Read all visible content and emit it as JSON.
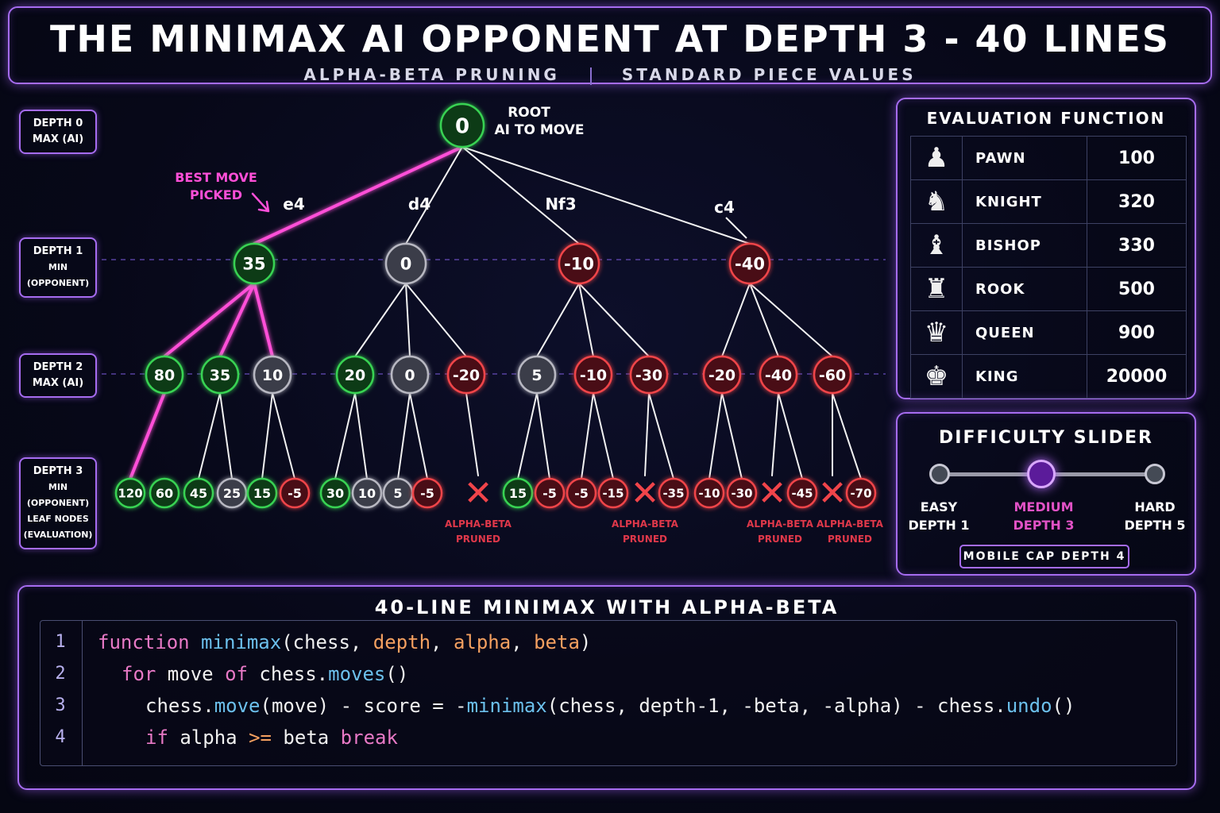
{
  "header": {
    "title": "THE MINIMAX AI OPPONENT AT DEPTH 3 - 40 LINES",
    "subtitle_left": "ALPHA-BETA PRUNING",
    "subtitle_right": "STANDARD PIECE VALUES"
  },
  "depth_labels": [
    {
      "lines": [
        "DEPTH 0",
        "MAX (AI)"
      ]
    },
    {
      "lines": [
        "DEPTH 1",
        "MIN (OPPONENT)"
      ]
    },
    {
      "lines": [
        "DEPTH 2",
        "MAX (AI)"
      ]
    },
    {
      "lines": [
        "DEPTH 3",
        "MIN (OPPONENT)",
        "LEAF NODES",
        "(EVALUATION)"
      ]
    }
  ],
  "tree": {
    "root": {
      "value": "0",
      "caption": [
        "ROOT",
        "AI TO MOVE"
      ]
    },
    "best_move_note": [
      "BEST MOVE",
      "PICKED"
    ],
    "pruned_label": [
      "ALPHA-BETA",
      "PRUNED"
    ],
    "moves": [
      "e4",
      "d4",
      "Nf3",
      "c4"
    ],
    "depth1": [
      {
        "value": "35",
        "color": "green"
      },
      {
        "value": "0",
        "color": "gray"
      },
      {
        "value": "-10",
        "color": "red"
      },
      {
        "value": "-40",
        "color": "red"
      }
    ],
    "depth2": [
      {
        "value": "80",
        "color": "green",
        "parent": 0
      },
      {
        "value": "35",
        "color": "green",
        "parent": 0
      },
      {
        "value": "10",
        "color": "gray",
        "parent": 0
      },
      {
        "value": "20",
        "color": "green",
        "parent": 1
      },
      {
        "value": "0",
        "color": "gray",
        "parent": 1
      },
      {
        "value": "-20",
        "color": "red",
        "parent": 1
      },
      {
        "value": "5",
        "color": "gray",
        "parent": 2
      },
      {
        "value": "-10",
        "color": "red",
        "parent": 2
      },
      {
        "value": "-30",
        "color": "red",
        "parent": 2
      },
      {
        "value": "-20",
        "color": "red",
        "parent": 3
      },
      {
        "value": "-40",
        "color": "red",
        "parent": 3
      },
      {
        "value": "-60",
        "color": "red",
        "parent": 3
      }
    ],
    "leaves": [
      {
        "value": "120",
        "color": "green",
        "parent": 0
      },
      {
        "value": "60",
        "color": "green",
        "parent": 0
      },
      {
        "value": "45",
        "color": "green",
        "parent": 1
      },
      {
        "value": "25",
        "color": "gray",
        "parent": 1
      },
      {
        "value": "15",
        "color": "green",
        "parent": 2
      },
      {
        "value": "-5",
        "color": "red",
        "parent": 2
      },
      {
        "value": "30",
        "color": "green",
        "parent": 3
      },
      {
        "value": "10",
        "color": "gray",
        "parent": 3
      },
      {
        "value": "5",
        "color": "gray",
        "parent": 4
      },
      {
        "value": "-5",
        "color": "red",
        "parent": 4
      },
      {
        "value": "X",
        "color": "pruned",
        "parent": 5
      },
      {
        "value": "15",
        "color": "green",
        "parent": 6
      },
      {
        "value": "-5",
        "color": "red",
        "parent": 6
      },
      {
        "value": "-5",
        "color": "red",
        "parent": 7
      },
      {
        "value": "-15",
        "color": "red",
        "parent": 7
      },
      {
        "value": "X",
        "color": "pruned",
        "parent": 8
      },
      {
        "value": "-35",
        "color": "red",
        "parent": 8
      },
      {
        "value": "-10",
        "color": "red",
        "parent": 9
      },
      {
        "value": "-30",
        "color": "red",
        "parent": 9
      },
      {
        "value": "X",
        "color": "pruned",
        "parent": 10
      },
      {
        "value": "-45",
        "color": "red",
        "parent": 10
      },
      {
        "value": "X",
        "color": "pruned",
        "parent": 11
      },
      {
        "value": "-70",
        "color": "red",
        "parent": 11
      }
    ],
    "colors": {
      "green": "#39d353",
      "red": "#f0444a",
      "gray": "#b8b8c2",
      "best": "#ff4fd8",
      "edge": "#f2f2f2"
    }
  },
  "evaluation": {
    "title": "EVALUATION FUNCTION",
    "pieces": [
      {
        "icon": "♟",
        "icon_name": "pawn-icon",
        "name": "PAWN",
        "value": "100"
      },
      {
        "icon": "♞",
        "icon_name": "knight-icon",
        "name": "KNIGHT",
        "value": "320"
      },
      {
        "icon": "♝",
        "icon_name": "bishop-icon",
        "name": "BISHOP",
        "value": "330"
      },
      {
        "icon": "♜",
        "icon_name": "rook-icon",
        "name": "ROOK",
        "value": "500"
      },
      {
        "icon": "♛",
        "icon_name": "queen-icon",
        "name": "QUEEN",
        "value": "900"
      },
      {
        "icon": "♚",
        "icon_name": "king-icon",
        "name": "KING",
        "value": "20000"
      }
    ]
  },
  "difficulty": {
    "title": "DIFFICULTY SLIDER",
    "levels": [
      {
        "name": "EASY",
        "depth": "DEPTH 1"
      },
      {
        "name": "MEDIUM",
        "depth": "DEPTH 3"
      },
      {
        "name": "HARD",
        "depth": "DEPTH 5"
      }
    ],
    "selected_index": 1,
    "mobile_cap": "MOBILE CAP DEPTH 4"
  },
  "code": {
    "title": "40-LINE MINIMAX WITH ALPHA-BETA",
    "lines": [
      {
        "num": "1",
        "indent": 0,
        "tokens": [
          [
            "kw",
            "function"
          ],
          [
            "t",
            " "
          ],
          [
            "fn",
            "minimax"
          ],
          [
            "t",
            "(chess, "
          ],
          [
            "pa",
            "depth"
          ],
          [
            "t",
            ", "
          ],
          [
            "pa",
            "alpha"
          ],
          [
            "t",
            ", "
          ],
          [
            "pa",
            "beta"
          ],
          [
            "t",
            ")"
          ]
        ]
      },
      {
        "num": "2",
        "indent": 1,
        "tokens": [
          [
            "kw",
            "for"
          ],
          [
            "t",
            " move "
          ],
          [
            "kw",
            "of"
          ],
          [
            "t",
            " chess."
          ],
          [
            "fn",
            "moves"
          ],
          [
            "t",
            "()"
          ]
        ]
      },
      {
        "num": "3",
        "indent": 2,
        "tokens": [
          [
            "t",
            "chess."
          ],
          [
            "fn",
            "move"
          ],
          [
            "t",
            "(move) - score = -"
          ],
          [
            "fn",
            "minimax"
          ],
          [
            "t",
            "(chess, depth-1, -beta, -alpha) - chess."
          ],
          [
            "fn",
            "undo"
          ],
          [
            "t",
            "()"
          ]
        ]
      },
      {
        "num": "4",
        "indent": 2,
        "tokens": [
          [
            "kw",
            "if"
          ],
          [
            "t",
            " alpha "
          ],
          [
            "op",
            ">="
          ],
          [
            "t",
            " beta "
          ],
          [
            "kw",
            "break"
          ]
        ]
      }
    ]
  }
}
